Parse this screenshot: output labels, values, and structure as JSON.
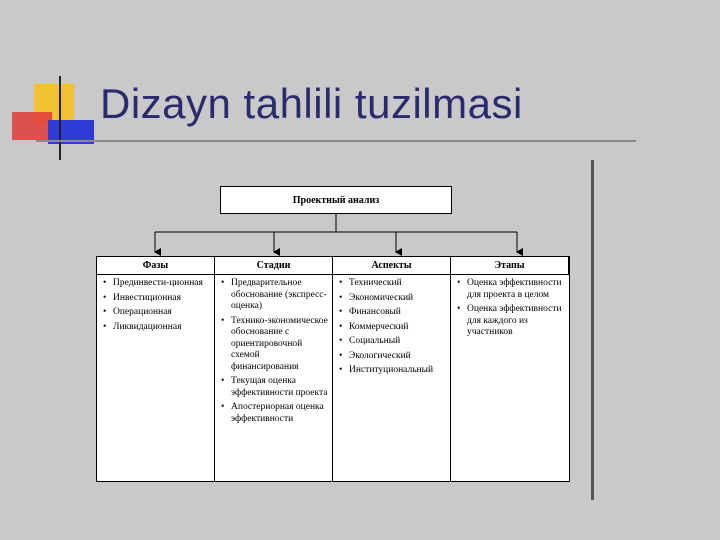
{
  "slide": {
    "title": "Dizayn tahlili tuzilmasi"
  },
  "diagram": {
    "root": "Проектный анализ",
    "columns": [
      {
        "header": "Фазы",
        "items": [
          "Прединвести-ционная",
          "Инвестиционная",
          "Операционная",
          "Ликвидационная"
        ]
      },
      {
        "header": "Стадии",
        "items": [
          "Предварительное обоснование (экспресс-оценка)",
          "Технико-экономическое обоснование с ориентировочной схемой финансирования",
          "Текущая оценка эффективности проекта",
          "Апостериорная оценка эффективности"
        ]
      },
      {
        "header": "Аспекты",
        "items": [
          "Технический",
          "Экономический",
          "Финансовый",
          "Коммерческий",
          "Социальный",
          "Экологический",
          "Институциональный"
        ]
      },
      {
        "header": "Этапы",
        "items": [
          "Оценка эффективности для проекта в целом",
          "Оценка эффективности для каждого из участников"
        ]
      }
    ]
  },
  "colors": {
    "background": "#c9c9c9",
    "title": "#2a2a6e",
    "logo_yellow": "#f2c230",
    "logo_red": "#e23a3a",
    "logo_blue": "#2f3bd6"
  }
}
